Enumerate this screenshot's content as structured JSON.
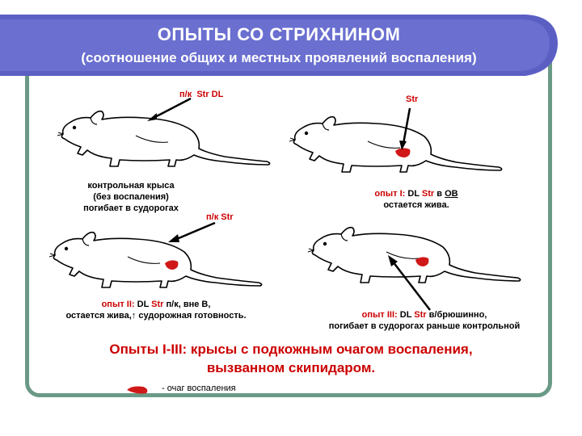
{
  "title": {
    "line1": "ОПЫТЫ СО СТРИХНИНОМ",
    "line2": "(соотношение общих и местных проявлений воспаления)"
  },
  "rat1": {
    "arrow_label_a": "п/к",
    "arrow_label_b": "Str DL",
    "caption_l1": "контрольная крыса",
    "caption_l2": "(без воспаления)",
    "caption_l3": "погибает в судорогах"
  },
  "rat2": {
    "arrow_label": "Str",
    "caption_pre": "опыт I:",
    "caption_dl": "DL",
    "caption_str": "Str",
    "caption_in": "в",
    "caption_ov": "ОВ",
    "caption_l2": "остается жива."
  },
  "rat3": {
    "arrow_label_a": "п/к",
    "arrow_label_b": "Str",
    "caption_pre": "опыт II:",
    "caption_dl": "DL",
    "caption_str": "Str",
    "caption_rest": "п/к, вне В,",
    "caption_l2": "остается жива,↑ судорожная готовность."
  },
  "rat4": {
    "caption_pre": "опыт III:",
    "caption_dl": "DL",
    "caption_str": "Str",
    "caption_rest": "в/брюшинно,",
    "caption_l2": "погибает в судорогах раньше контрольной"
  },
  "summary": {
    "line1": "Опыты I-III: крысы с подкожным очагом воспаления,",
    "line2": "вызванном  скипидаром."
  },
  "legend": {
    "text": "- очаг воспаления"
  },
  "colors": {
    "banner": "#6a6fd0",
    "frame": "#6a9a86",
    "accent_red": "#cc0000",
    "focus_red": "#d01818"
  }
}
